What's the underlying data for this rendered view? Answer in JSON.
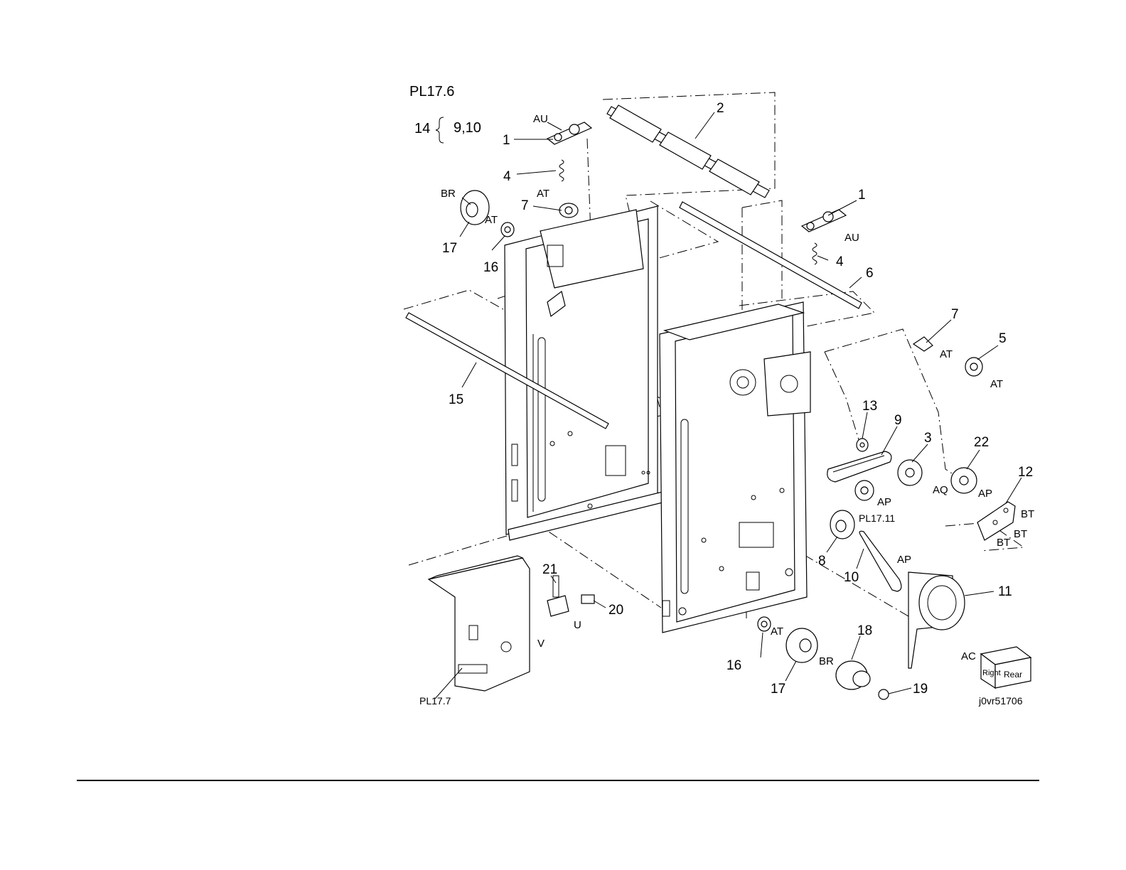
{
  "title": "PL17.6",
  "group_note": {
    "number": "14",
    "items": "9,10"
  },
  "image_code": "j0vr51706",
  "orientation_badge": {
    "face1": "Right",
    "face2": "Rear"
  },
  "plate_refs": {
    "pl17_7": "PL17.7",
    "pl17_11": "PL17.11"
  },
  "callouts": {
    "c1a": "1",
    "c1b": "1",
    "c2": "2",
    "c3": "3",
    "c4a": "4",
    "c4b": "4",
    "c5": "5",
    "c6": "6",
    "c7a": "7",
    "c7b": "7",
    "c8": "8",
    "c9": "9",
    "c10": "10",
    "c11": "11",
    "c12": "12",
    "c13": "13",
    "c15": "15",
    "c16a": "16",
    "c16b": "16",
    "c17a": "17",
    "c17b": "17",
    "c18": "18",
    "c19": "19",
    "c20": "20",
    "c21": "21",
    "c22": "22"
  },
  "codes": {
    "au1": "AU",
    "au2": "AU",
    "at1": "AT",
    "at2": "AT",
    "at3": "AT",
    "at4": "AT",
    "at5": "AT",
    "br1": "BR",
    "br2": "BR",
    "ap1": "AP",
    "ap2": "AP",
    "ap3": "AP",
    "aq": "AQ",
    "ac": "AC",
    "bt1": "BT",
    "bt2": "BT",
    "bt3": "BT",
    "u": "U",
    "v": "V"
  }
}
